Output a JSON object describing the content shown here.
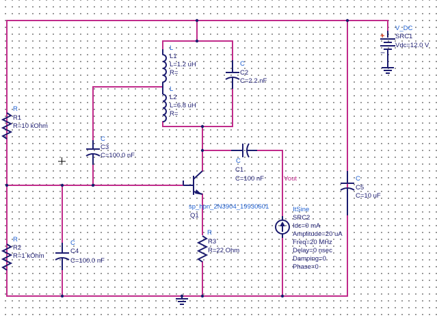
{
  "components": {
    "vdc": {
      "type": "V_DC",
      "name": "SRC1",
      "param": "Vdc=12.0 V"
    },
    "l1": {
      "type": "L",
      "name": "L1",
      "params": [
        "L=1.2 uH",
        "R="
      ]
    },
    "l2": {
      "type": "L",
      "name": "L2",
      "params": [
        "L=6.8 uH",
        "R="
      ]
    },
    "c2": {
      "type": "C",
      "name": "C2",
      "param": "C=2.2 nF"
    },
    "c3": {
      "type": "C",
      "name": "C3",
      "param": "C=100.0 nF"
    },
    "r1": {
      "type": "R",
      "name": "R1",
      "param": "R=10 kOhm"
    },
    "r2": {
      "type": "R",
      "name": "R2",
      "param": "R=1 kOhm"
    },
    "c4": {
      "type": "C",
      "name": "C4",
      "param": "C=100.0 nF"
    },
    "c1": {
      "type": "C",
      "name": "C1",
      "param": "C=100 nF"
    },
    "q1": {
      "model": "sp_hpn_2N3904_19930601",
      "name": "Q1"
    },
    "r3": {
      "type": "R",
      "name": "R3",
      "param": "R=22 Ohm"
    },
    "c5": {
      "type": "C",
      "name": "C5",
      "param": "C=10 uF"
    },
    "src2": {
      "type": "ItSine",
      "name": "SRC2",
      "params": [
        "Idc=0 mA",
        "Amplitude=20 uA",
        "Freq=20 MHz",
        "Delay=0 nsec",
        "Damping=0",
        "Phase=0"
      ]
    }
  },
  "nets": {
    "vout": "Vout"
  },
  "colors": {
    "wire": "#c02a8a",
    "symbol": "#1a1a6e",
    "label_blue": "#1e5fd0",
    "grid": "#7a7a7a"
  }
}
